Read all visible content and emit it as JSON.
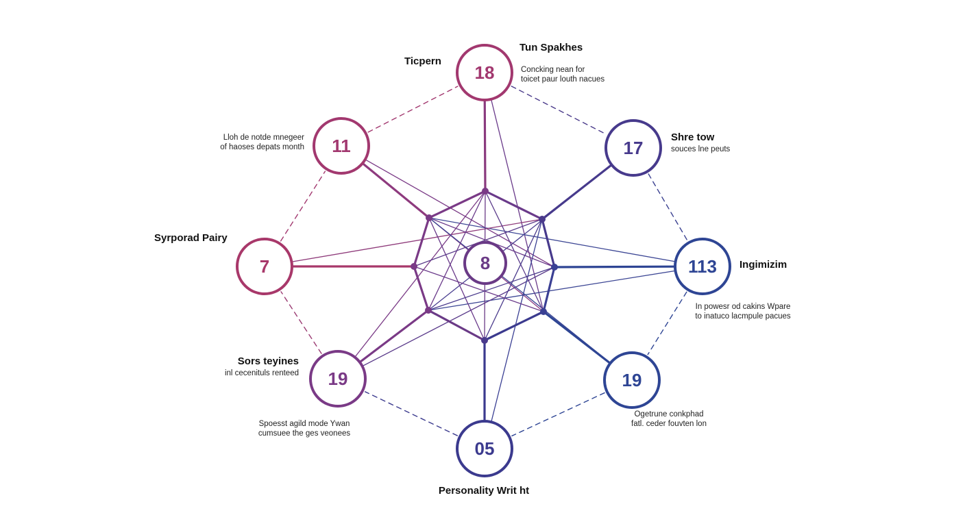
{
  "colors": {
    "magenta": "#a2386f",
    "purple": "#7a3a86",
    "indigo": "#473a8c",
    "navy": "#2e4594"
  },
  "center_node": {
    "number": "8"
  },
  "nodes": [
    {
      "id": "top",
      "number": "18",
      "color": "#a2386f"
    },
    {
      "id": "upper-right",
      "number": "17",
      "color": "#473a8c"
    },
    {
      "id": "right",
      "number": "113",
      "color": "#2e4594"
    },
    {
      "id": "lower-right",
      "number": "19",
      "color": "#2e4594"
    },
    {
      "id": "bottom",
      "number": "05",
      "color": "#3b3a8e"
    },
    {
      "id": "lower-left",
      "number": "19",
      "color": "#7a3a86"
    },
    {
      "id": "left",
      "number": "7",
      "color": "#a8386a"
    },
    {
      "id": "upper-left",
      "number": "11",
      "color": "#a2386f"
    }
  ],
  "labels": {
    "tun_spakhes": {
      "title": "Tun Spakhes",
      "desc1": "Concking nean for",
      "desc2": "toicet paur louth nacues"
    },
    "ticpern": {
      "title": "Ticpern"
    },
    "upper_left_desc": {
      "desc1": "Lloh de notde mnegeer",
      "desc2": "of haoses depats month"
    },
    "shre_tow": {
      "title": "Shre tow",
      "desc1": "souces lne peuts"
    },
    "syrporad_pairy": {
      "title": "Syrporad Pairy"
    },
    "ingimizim": {
      "title": "Ingimizim",
      "desc1": "In powesr od cakins Wpare",
      "desc2": "to inatuco lacmpule pacues"
    },
    "sors_teyines": {
      "title": "Sors teyines",
      "desc1": "inl cecenituls renteed"
    },
    "spoesst": {
      "desc1": "Spoesst agild mode Ywan",
      "desc2": "cumsuee the ges veonees"
    },
    "ogetrune": {
      "desc1": "Ogetrune conkphad",
      "desc2": "fatl. ceder fouvten lon"
    },
    "personality": {
      "title": "Personality Writ ht"
    }
  }
}
